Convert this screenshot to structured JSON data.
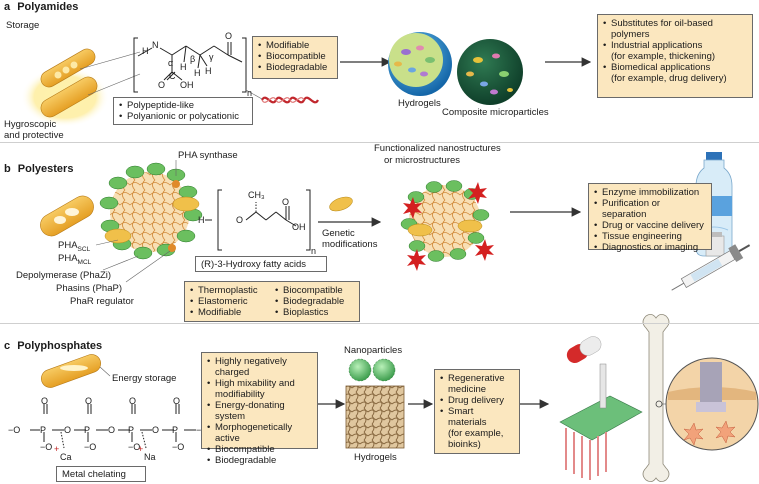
{
  "section_a": {
    "letter": "a",
    "title": "Polyamides",
    "storage": "Storage",
    "hygroscopic_1": "Hygroscopic",
    "hygroscopic_2": "and protective",
    "props": [
      "Modifiable",
      "Biocompatible",
      "Biodegradable"
    ],
    "lower_props": [
      "Polypeptide-like",
      "Polyanionic or polycationic"
    ],
    "hydrogels": "Hydrogels",
    "composite": "Composite microparticles",
    "apps": [
      "Substitutes for oil-based",
      "polymers",
      "Industrial applications",
      "(for example, thickening)",
      "Biomedical applications",
      "(for example, drug delivery)"
    ],
    "chem_labels": {
      "n": "N",
      "h": "H",
      "o": "O",
      "oh": "OH",
      "c": "C",
      "alpha": "α",
      "beta": "β",
      "gamma": "γ",
      "subscript_n": "n"
    }
  },
  "section_b": {
    "letter": "b",
    "title": "Polyesters",
    "pha_synthase": "PHA synthase",
    "pha_scl": "PHA",
    "pha_scl_sub": "SCL",
    "pha_mcl": "PHA",
    "pha_mcl_sub": "MCL",
    "depolymerase": "Depolymerase (PhaZi)",
    "phasins": "Phasins (PhaP)",
    "phar": "PhaR regulator",
    "functionalized_1": "Functionalized nanostructures",
    "functionalized_2": "or microstructures",
    "genetic_1": "Genetic",
    "genetic_2": "modifications",
    "hydroxy": "(R)-3-Hydroxy fatty acids",
    "props_left": [
      "Thermoplastic",
      "Elastomeric",
      "Modifiable"
    ],
    "props_right": [
      "Biocompatible",
      "Biodegradable",
      "Bioplastics"
    ],
    "apps": [
      "Enzyme immobilization",
      "Purification or separation",
      "Drug or vaccine delivery",
      "Tissue engineering",
      "Diagnostics or imaging"
    ],
    "chem_labels": {
      "h": "H",
      "o": "O",
      "ch3": "CH₃",
      "oh": "OH",
      "subscript_n": "n"
    }
  },
  "section_c": {
    "letter": "c",
    "title": "Polyphosphates",
    "energy": "Energy storage",
    "metal": "Metal chelating",
    "props": [
      "Highly negatively charged",
      "High mixability and",
      "modifiability",
      "Energy-donating system",
      "Morphogenetically active",
      "Biocompatible",
      "Biodegradable"
    ],
    "nanoparticles": "Nanoparticles",
    "hydrogels": "Hydrogels",
    "apps": [
      "Regenerative",
      "medicine",
      "Drug delivery",
      "Smart materials",
      "(for example,",
      "bioinks)"
    ],
    "chem_labels": {
      "p": "P",
      "o": "O",
      "o_minus": "−O",
      "ca": "Ca",
      "na": "Na",
      "plus": "+"
    }
  },
  "colors": {
    "box_fill": "#fbe7bf",
    "bacteria": "#f0b43a",
    "green": "#5aae5a",
    "red_star": "#d42020",
    "blue_sphere": "#1f8fcf"
  }
}
